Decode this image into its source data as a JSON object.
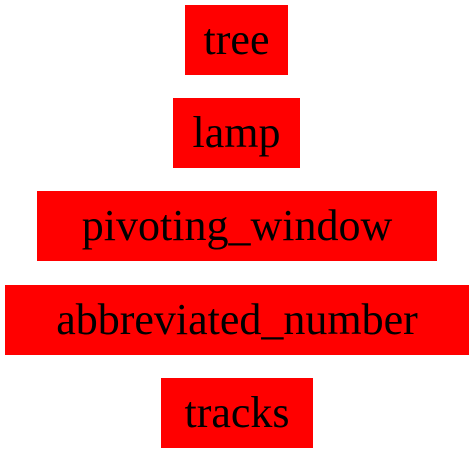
{
  "labels": [
    {
      "text": "tree"
    },
    {
      "text": "lamp"
    },
    {
      "text": "pivoting_window"
    },
    {
      "text": "abbreviated_number"
    },
    {
      "text": "tracks"
    }
  ],
  "colors": {
    "label_background": "#ff0000",
    "label_text": "#000000",
    "page_background": "#ffffff"
  }
}
